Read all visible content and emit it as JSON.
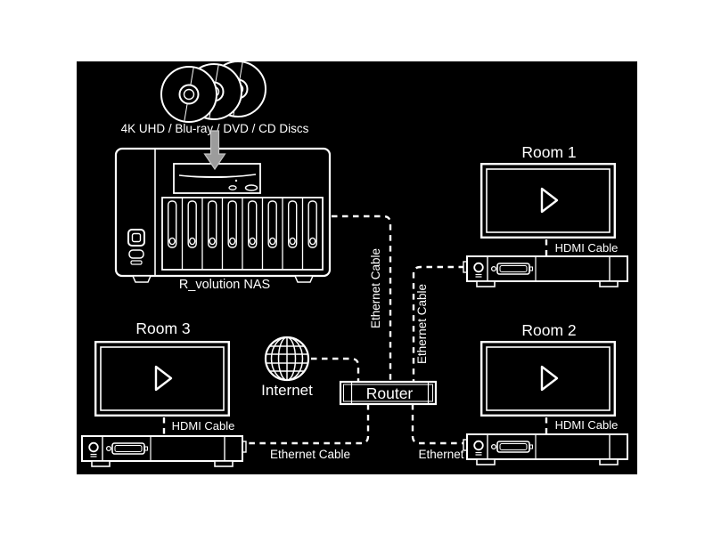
{
  "colors": {
    "page_background": "#ffffff",
    "panel_background": "#000000",
    "line": "#ffffff",
    "arrow_fill": "#9c9c9c"
  },
  "diagram": {
    "discs_label": "4K UHD / Blu-ray / DVD / CD Discs",
    "nas_label": "R_volution NAS",
    "internet_label": "Internet",
    "router_label": "Router",
    "rooms": [
      {
        "name": "Room 1",
        "hdmi_label": "HDMI Cable"
      },
      {
        "name": "Room 2",
        "hdmi_label": "HDMI Cable"
      },
      {
        "name": "Room 3",
        "hdmi_label": "HDMI Cable"
      }
    ],
    "cables": {
      "nas_to_router": "Ethernet Cable",
      "room1_to_router": "Ethernet Cable",
      "router_to_room3": "Ethernet Cable",
      "router_to_room2": "Ethernet"
    }
  }
}
